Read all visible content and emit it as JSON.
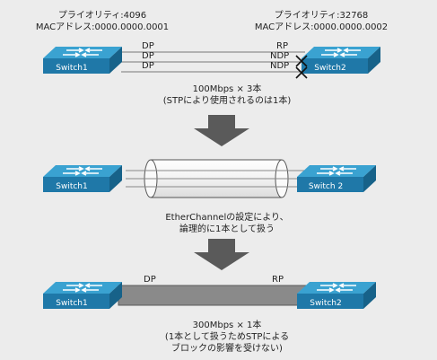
{
  "stage1": {
    "left_priority": "プライオリティ:4096",
    "left_mac": "MACアドレス:0000.0000.0001",
    "right_priority": "プライオリティ:32768",
    "right_mac": "MACアドレス:0000.0000.0002",
    "left_switch": "Switch1",
    "right_switch": "Switch2",
    "links": [
      {
        "left_port": "DP",
        "right_port": "RP",
        "blocked": false
      },
      {
        "left_port": "DP",
        "right_port": "NDP",
        "blocked": true
      },
      {
        "left_port": "DP",
        "right_port": "NDP",
        "blocked": true
      }
    ],
    "caption_line1": "100Mbps × 3本",
    "caption_line2": "(STPにより使用されるのは1本)"
  },
  "stage2": {
    "left_switch": "Switch1",
    "right_switch": "Switch 2",
    "caption_line1": "EtherChannelの設定により、",
    "caption_line2": "論理的に1本として扱う"
  },
  "stage3": {
    "left_switch": "Switch1",
    "right_switch": "Switch2",
    "left_port": "DP",
    "right_port": "RP",
    "caption_line1": "300Mbps × 1本",
    "caption_line2": "(1本として扱うためSTPによる",
    "caption_line3": "ブロックの影響を受けない)"
  },
  "colors": {
    "switch_top": "#3aa2d1",
    "switch_front": "#1f78a8",
    "switch_side": "#176289",
    "arrow": "#5a5a5a",
    "bundle": "#8a8a8a",
    "block_mark": "#111111"
  }
}
